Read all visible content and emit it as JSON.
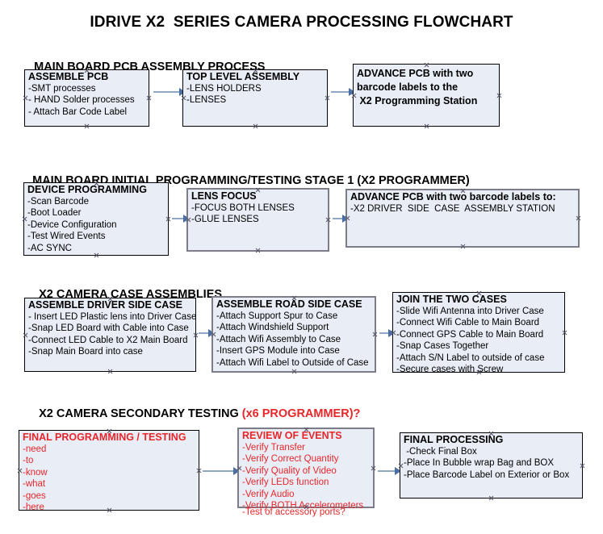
{
  "document": {
    "title": "IDRIVE X2  SERIES CAMERA PROCESSING FLOWCHART"
  },
  "sections": [
    {
      "id": "main-board-pcb-assembly-process",
      "header": "MAIN BOARD PCB ASSEMBLY PROCESS",
      "header_accent": "",
      "nodes": [
        {
          "id": "assemble-pcb",
          "title": "ASSEMBLE PCB",
          "lines": [
            "-SMT processes",
            "- HAND Solder processes",
            "- Attach Bar Code Label"
          ],
          "text_color": "#000000",
          "selected": false,
          "bold_body": false
        },
        {
          "id": "top-level-assembly",
          "title": "TOP LEVEL ASSEMBLY",
          "lines": [
            "-LENS HOLDERS",
            "-LENSES"
          ],
          "text_color": "#000000",
          "selected": false,
          "bold_body": false
        },
        {
          "id": "advance-pcb-to-x2-programming-station",
          "title": "ADVANCE PCB with two",
          "lines": [
            "barcode labels to the",
            " X2 Programming Station"
          ],
          "text_color": "#000000",
          "selected": false,
          "bold_body": true
        }
      ]
    },
    {
      "id": "main-board-initial-programming",
      "header": "MAIN BOARD INITIAL PROGRAMMING/TESTING STAGE 1 (X2 PROGRAMMER)",
      "header_accent": "",
      "nodes": [
        {
          "id": "device-programming",
          "title": "DEVICE PROGRAMMING",
          "lines": [
            "-Scan Barcode",
            "-Boot Loader",
            "-Device Configuration",
            "-Test Wired Events",
            "-AC SYNC"
          ],
          "text_color": "#000000",
          "selected": false,
          "bold_body": false
        },
        {
          "id": "lens-focus",
          "title": "LENS FOCUS",
          "lines": [
            "-FOCUS BOTH LENSES",
            "-GLUE LENSES"
          ],
          "text_color": "#000000",
          "selected": true,
          "bold_body": false
        },
        {
          "id": "advance-pcb-to-driver-side-case-station",
          "title": "ADVANCE PCB with two barcode labels to:",
          "lines": [
            "-X2 DRIVER  SIDE  CASE  ASSEMBLY STATION"
          ],
          "text_color": "#000000",
          "selected": true,
          "bold_body": false
        }
      ]
    },
    {
      "id": "x2-camera-case-assemblies",
      "header": "X2 CAMERA CASE ASSEMBLIES",
      "header_accent": "",
      "nodes": [
        {
          "id": "assemble-driver-side-case",
          "title": "ASSEMBLE DRIVER SIDE CASE",
          "lines": [
            "- Insert LED Plastic lens into Driver Case",
            "-Snap LED Board with Cable into Case",
            "-Connect LED Cable to X2 Main Board",
            "-Snap Main Board into case"
          ],
          "text_color": "#000000",
          "selected": false,
          "bold_body": false
        },
        {
          "id": "assemble-road-side-case",
          "title": "ASSEMBLE ROAD SIDE CASE",
          "lines": [
            "-Attach Support Spur to Case",
            "-Attach Windshield Support",
            "-Attach Wifi Assembly to Case",
            "-Insert GPS Module into Case",
            "-Attach Wifi Label to Outside of Case"
          ],
          "text_color": "#000000",
          "selected": true,
          "bold_body": false
        },
        {
          "id": "join-the-two-cases",
          "title": "JOIN THE TWO CASES",
          "lines": [
            "-Slide Wifi Antenna into Driver Case",
            "-Connect Wifi Cable to Main Board",
            "-Connect GPS Cable to Main Board",
            "-Snap Cases Together",
            "-Attach S/N Label to outside of case",
            "-Secure cases with Screw"
          ],
          "text_color": "#000000",
          "selected": false,
          "bold_body": false
        }
      ]
    },
    {
      "id": "x2-camera-secondary-testing",
      "header": "X2 CAMERA SECONDARY TESTING ",
      "header_accent": "(x6 PROGRAMMER)?",
      "nodes": [
        {
          "id": "final-programming-testing",
          "title": "FINAL PROGRAMMING / TESTING",
          "lines": [
            "-need",
            "-to",
            "-know",
            "-what",
            "-goes",
            "-here"
          ],
          "text_color": "#e8262a",
          "selected": false,
          "bold_body": false
        },
        {
          "id": "review-of-events",
          "title": "REVIEW OF EVENTS",
          "lines": [
            "-Verify Transfer",
            "-Verify Correct Quantity",
            "-Verify Quality of Video",
            "-Verify LEDs function",
            "-Verify Audio",
            "-Verify BOTH Accelerometers"
          ],
          "overflow_line": "-Test of accessory ports?",
          "text_color": "#e8262a",
          "selected": true,
          "bold_body": false
        },
        {
          "id": "final-processing",
          "title": "FINAL PROCESSING",
          "lines": [
            " -Check Final Box",
            "-Place In Bubble wrap Bag and BOX",
            "-Place Barcode Label on Exterior or Box"
          ],
          "text_color": "#000000",
          "selected": false,
          "bold_body": false
        }
      ]
    }
  ],
  "colors": {
    "node_fill": "#e8edf6",
    "node_border": "#000000",
    "node_border_selected": "#7d7d8a",
    "connector_line": "#8fa8c4",
    "arrowhead": "#4a6fa5",
    "accent_red": "#e8262a",
    "text": "#000000"
  }
}
